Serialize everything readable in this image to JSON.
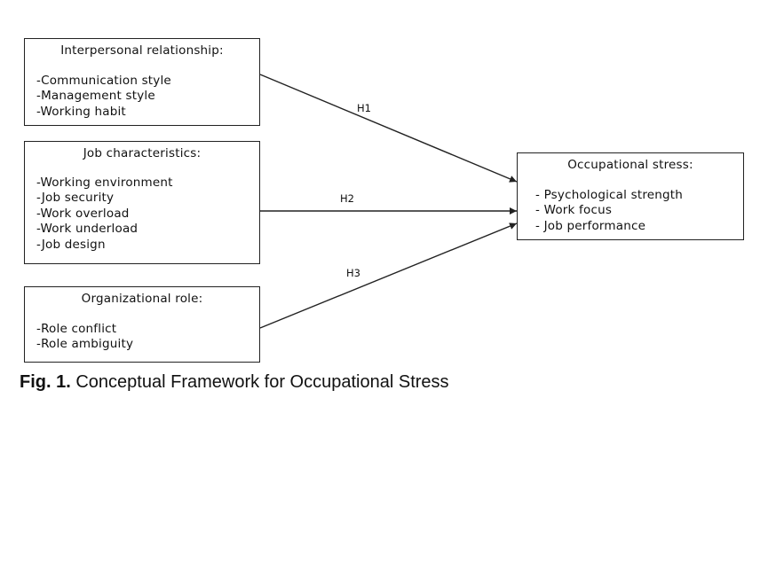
{
  "diagram": {
    "boxes": {
      "interpersonal": {
        "title": "Interpersonal relationship:",
        "items": [
          "-Communication style",
          "-Management style",
          "-Working habit"
        ]
      },
      "job": {
        "title": "Job characteristics:",
        "items": [
          "-Working environment",
          "-Job security",
          "-Work overload",
          "-Work underload",
          "-Job design"
        ]
      },
      "organizational": {
        "title": "Organizational role:",
        "items": [
          "-Role conflict",
          "-Role ambiguity"
        ]
      },
      "outcome": {
        "title": "Occupational stress:",
        "items": [
          "- Psychological strength",
          "- Work focus",
          "- Job performance"
        ]
      }
    },
    "hypotheses": [
      "H1",
      "H2",
      "H3"
    ]
  },
  "caption": {
    "label": "Fig. 1.",
    "text": "Conceptual Framework for Occupational Stress"
  },
  "colors": {
    "line": "#222222",
    "text": "#111111",
    "background": "#ffffff"
  }
}
